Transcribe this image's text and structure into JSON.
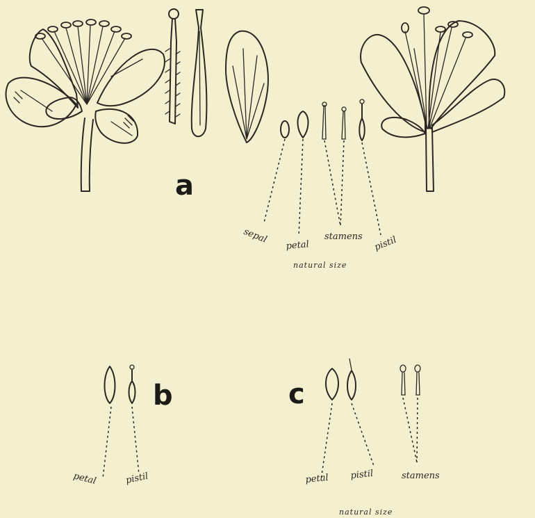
{
  "figure_a": {
    "letter": "a",
    "labels": {
      "sepal": "sepal",
      "petal": "petal",
      "stamens": "stamens",
      "pistil": "pistil"
    },
    "scale_note": "natural size"
  },
  "figure_b": {
    "letter": "b",
    "labels": {
      "petal": "petal",
      "pistil": "pistil"
    }
  },
  "figure_c": {
    "letter": "c",
    "labels": {
      "petal": "petal",
      "pistil": "pistil",
      "stamens": "stamens"
    },
    "scale_note": "natural size"
  },
  "colors": {
    "paper": "#f3efcf",
    "ink": "#2a2722"
  }
}
